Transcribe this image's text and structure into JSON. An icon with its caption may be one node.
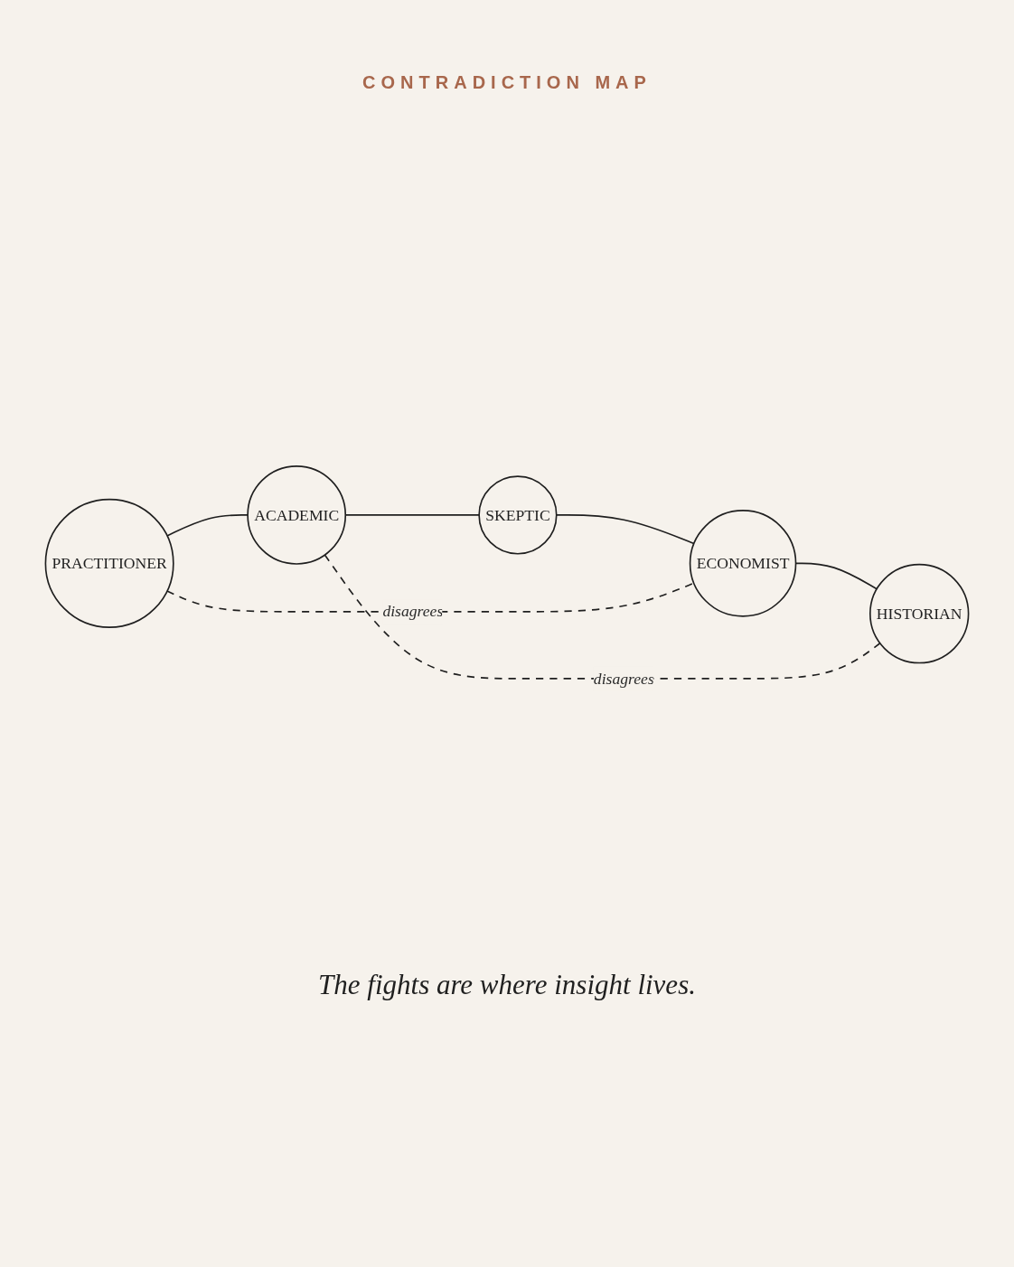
{
  "diagram": {
    "title": "CONTRADICTION MAP",
    "caption": "The fights are where insight lives.",
    "nodes": [
      {
        "text": [
          "PRACTITIONER"
        ]
      },
      {
        "text": [
          "ACADEMIC"
        ]
      },
      {
        "text": [
          "SKEPTIC"
        ]
      },
      {
        "text": [
          "ECONOMIST"
        ]
      },
      {
        "text": [
          "HISTORIAN"
        ]
      }
    ],
    "edges": [
      {
        "from": 0,
        "to": 1,
        "arrow": "none"
      },
      {
        "from": 1,
        "to": 2,
        "arrow": "none"
      },
      {
        "from": 2,
        "to": 3,
        "arrow": "none"
      },
      {
        "from": 3,
        "to": 4,
        "arrow": "none"
      },
      {
        "from": 0,
        "to": 3,
        "arrow": "none",
        "label": "disagrees",
        "style": "dashed"
      },
      {
        "from": 1,
        "to": 4,
        "arrow": "none",
        "label": "disagrees",
        "style": "dashed"
      }
    ]
  }
}
